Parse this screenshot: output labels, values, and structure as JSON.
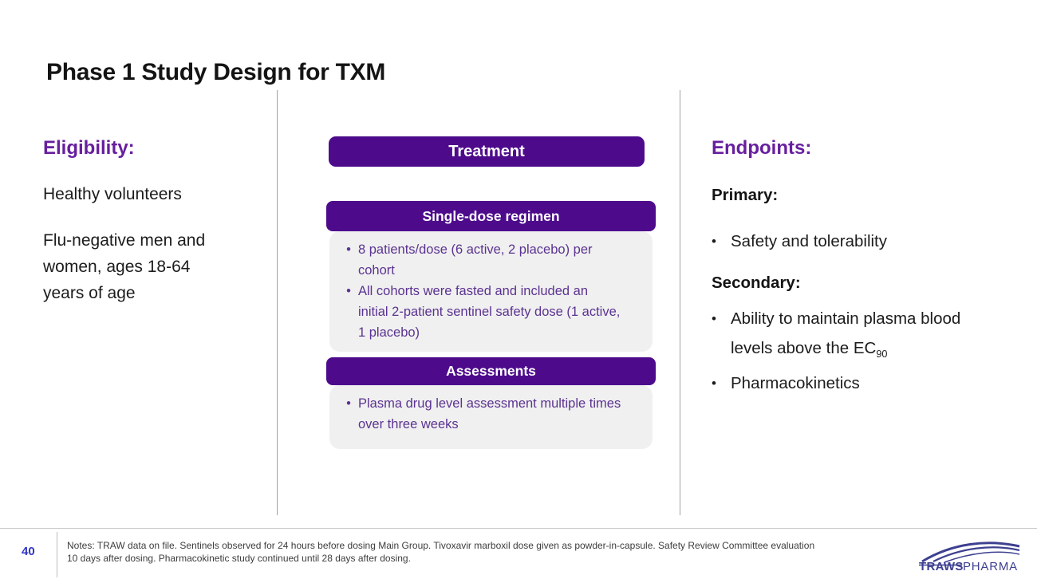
{
  "slide": {
    "title": "Phase 1 Study Design for TXM",
    "page_number": "40"
  },
  "eligibility": {
    "heading": "Eligibility:",
    "items": [
      "Healthy volunteers",
      "Flu-negative men and women, ages 18-64 years of age"
    ]
  },
  "treatment": {
    "header": "Treatment",
    "sections": [
      {
        "title": "Single-dose regimen",
        "bullets": [
          "8 patients/dose (6 active, 2 placebo) per cohort",
          "All cohorts were fasted and included an initial 2-patient sentinel safety dose (1 active, 1 placebo)"
        ]
      },
      {
        "title": "Assessments",
        "bullets": [
          "Plasma drug level assessment multiple times over three weeks"
        ]
      }
    ]
  },
  "endpoints": {
    "heading": "Endpoints:",
    "primary_label": "Primary:",
    "primary_bullets": [
      "Safety and tolerability"
    ],
    "secondary_label": "Secondary:",
    "secondary_bullets": [
      {
        "text": "Ability to maintain plasma blood levels above the EC",
        "sub": "90"
      },
      {
        "text": "Pharmacokinetics",
        "sub": ""
      }
    ]
  },
  "footer": {
    "notes": "Notes: TRAW data on file. Sentinels observed for 24 hours before dosing Main Group. Tivoxavir marboxil dose given as powder-in-capsule. Safety Review Committee evaluation 10 days after dosing. Pharmacokinetic study continued until 28 days after dosing.",
    "logo": {
      "primary": "TRAWS",
      "secondary": "PHARMA"
    }
  },
  "colors": {
    "banner_purple": "#4d0b8c",
    "heading_purple": "#671f9e",
    "body_purple": "#5b3391",
    "page_number_blue": "#3134c4",
    "logo_blue": "#3e4090",
    "box_gray": "#f0f0f0",
    "divider_gray": "#a3a3a3"
  }
}
